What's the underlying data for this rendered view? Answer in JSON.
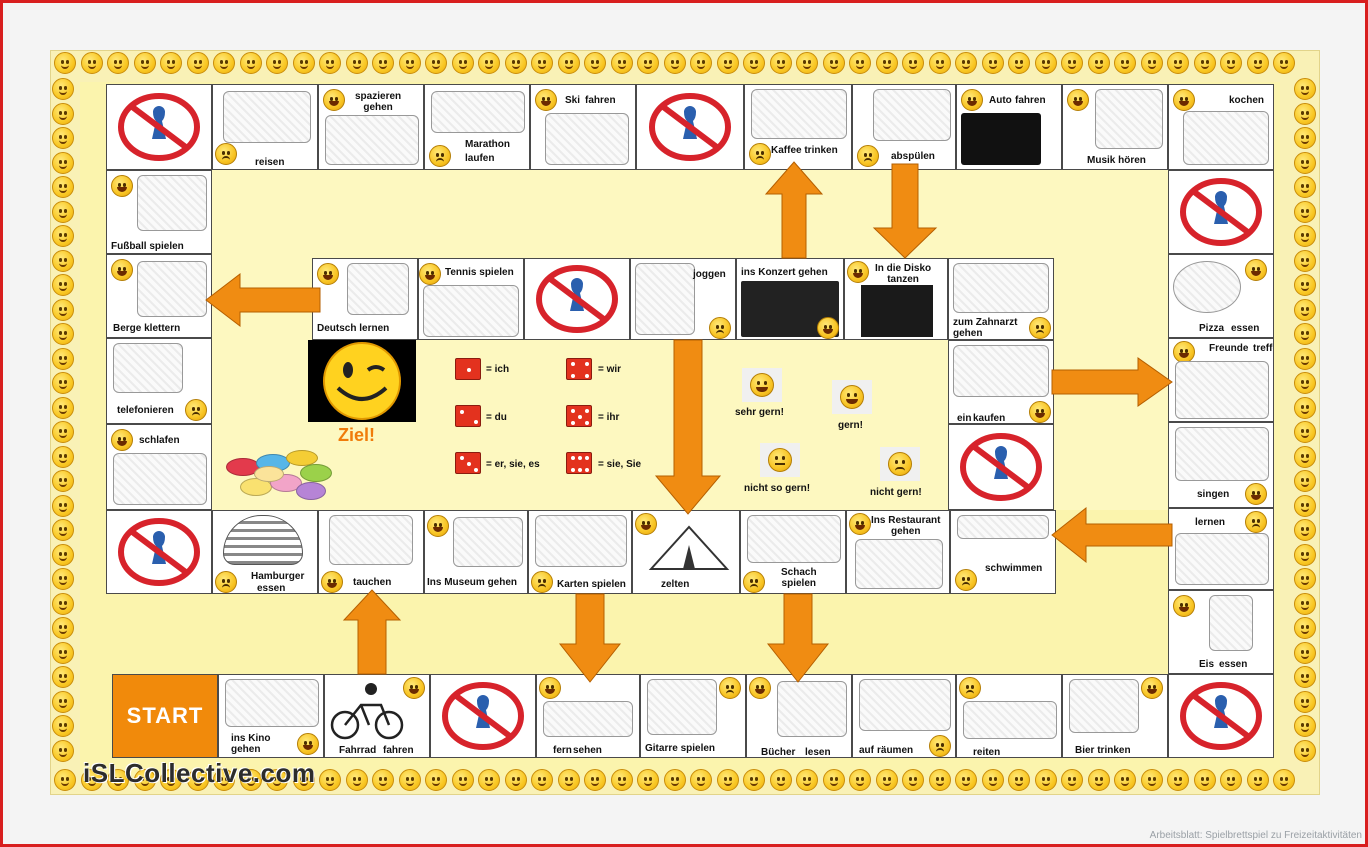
{
  "board": {
    "start_label": "START",
    "goal_label": "Ziel!",
    "watermark": "iSLCollective.com",
    "credit": "Arbeitsblatt: Spielbrettspiel zu Freizeitaktivitäten"
  },
  "fields": {
    "reisen": "reisen",
    "spazieren": "spazieren\ngehen",
    "marathon": "Marathon",
    "marathon2": "laufen",
    "ski": "Ski",
    "ski2": "fahren",
    "kaffee": "Kaffee trinken",
    "abspuelen": "abspülen",
    "auto": "Auto",
    "auto2": "fahren",
    "musik": "Musik hören",
    "kochen": "kochen",
    "fussball": "Fußball  spielen",
    "berge": "Berge klettern",
    "telefonieren": "telefonieren",
    "schlafen": "schlafen",
    "deutsch": "Deutsch lernen",
    "tennis": "Tennis spielen",
    "joggen": "joggen",
    "konzert": "ins Konzert gehen",
    "disko": "In die Disko\ntanzen",
    "zahnarzt": "zum Zahnarzt\ngehen",
    "pizza": "Pizza",
    "pizza2": "essen",
    "freunde": "Freunde",
    "freunde2": "treffen",
    "einkaufen1": "ein",
    "einkaufen2": "kaufen",
    "singen": "singen",
    "lernen": "lernen",
    "eis": "Eis",
    "eis2": "essen",
    "hamburger": "Hamburger",
    "hamburger2": "essen",
    "tauchen": "tauchen",
    "museum": "Ins Museum gehen",
    "karten": "Karten spielen",
    "zelten": "zelten",
    "schach": "Schach\nspielen",
    "restaurant": "Ins Restaurant\ngehen",
    "schwimmen": "schwimmen",
    "kino": "ins Kino\ngehen",
    "fahrrad": "Fahrrad",
    "fahrrad2": "fahren",
    "fernsehen1": "fern",
    "fernsehen2": "sehen",
    "gitarre": "Gitarre spielen",
    "buecher": "Bücher",
    "buecher2": "lesen",
    "aufraeumen1": "auf",
    "aufraeumen2": "räumen",
    "reiten": "reiten",
    "bier": "Bier trinken"
  },
  "legend": {
    "d1": "= ich",
    "d2": "= du",
    "d3": "= er, sie, es",
    "d4": "= wir",
    "d5": "= ihr",
    "d6": "= sie, Sie",
    "sehr_gern": "sehr gern!",
    "gern": "gern!",
    "nicht_so_gern": "nicht so gern!",
    "nicht_gern": "nicht gern!"
  },
  "colors": {
    "board_bg": "#f9f1b6",
    "start_bg": "#f18a0b",
    "arrow": "#f08c12",
    "verb_green": "#1fa33a",
    "verb_red": "#e31d1d",
    "die_red": "#e3321e"
  }
}
